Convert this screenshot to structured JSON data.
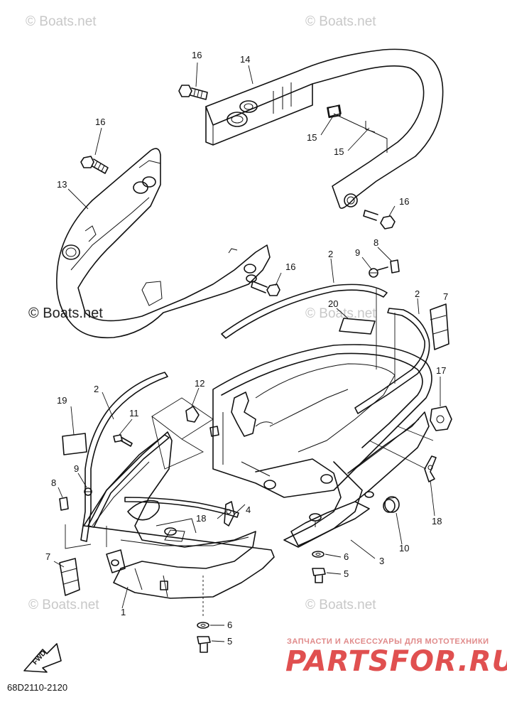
{
  "watermarks": {
    "top_left": "© Boats.net",
    "top_right": "© Boats.net",
    "middle_left": "© Boats.net",
    "middle_right": "© Boats.net",
    "bottom_left": "© Boats.net",
    "bottom_right": "© Boats.net"
  },
  "callouts": [
    "16",
    "14",
    "16",
    "15",
    "15",
    "13",
    "16",
    "8",
    "9",
    "2",
    "16",
    "20",
    "2",
    "7",
    "2",
    "12",
    "17",
    "19",
    "11",
    "9",
    "8",
    "4",
    "18",
    "18",
    "7",
    "3",
    "6",
    "5",
    "10",
    "1",
    "6",
    "5"
  ],
  "diagram_code": "68D2110-2120",
  "fwd_label": "FWD",
  "brand": {
    "tagline": "ЗАПЧАСТИ И АКСЕССУАРЫ ДЛЯ МОТОТЕХНИКИ",
    "logo": "PARTSFOR.RU"
  },
  "colors": {
    "line": "#111111",
    "watermark": "#c8c8c8",
    "brand": "#e05050"
  }
}
